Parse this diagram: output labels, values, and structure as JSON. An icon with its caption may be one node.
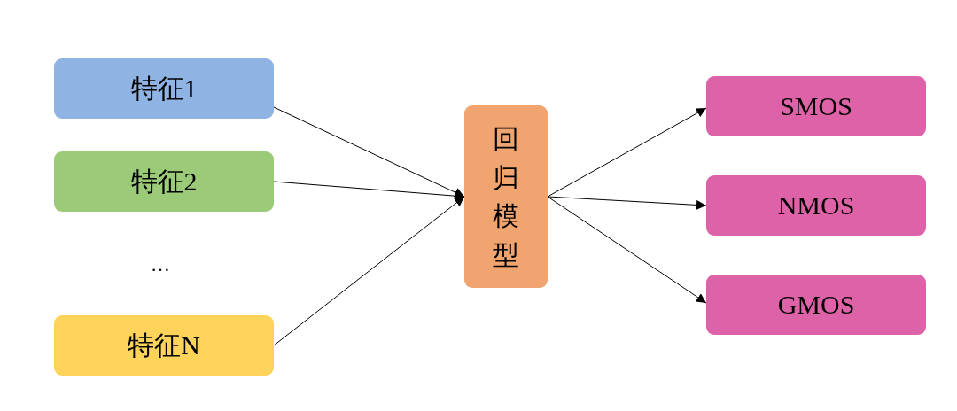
{
  "diagram": {
    "nodes": [
      {
        "text": [
          "特征1"
        ]
      },
      {
        "text": [
          "特征2"
        ]
      },
      {
        "text": [
          "特征N"
        ]
      },
      {
        "text": [
          "回归模型"
        ]
      },
      {
        "text": [
          "SMOS"
        ]
      },
      {
        "text": [
          "NMOS"
        ]
      },
      {
        "text": [
          "GMOS"
        ]
      }
    ],
    "edges": [
      {
        "from": 0,
        "to": 3,
        "arrow": "to"
      },
      {
        "from": 1,
        "to": 3,
        "arrow": "to"
      },
      {
        "from": 2,
        "to": 3,
        "arrow": "to"
      },
      {
        "from": 3,
        "to": 4,
        "arrow": "to"
      },
      {
        "from": 3,
        "to": 5,
        "arrow": "to"
      },
      {
        "from": 3,
        "to": 6,
        "arrow": "to"
      }
    ],
    "labels": [
      "…"
    ]
  }
}
